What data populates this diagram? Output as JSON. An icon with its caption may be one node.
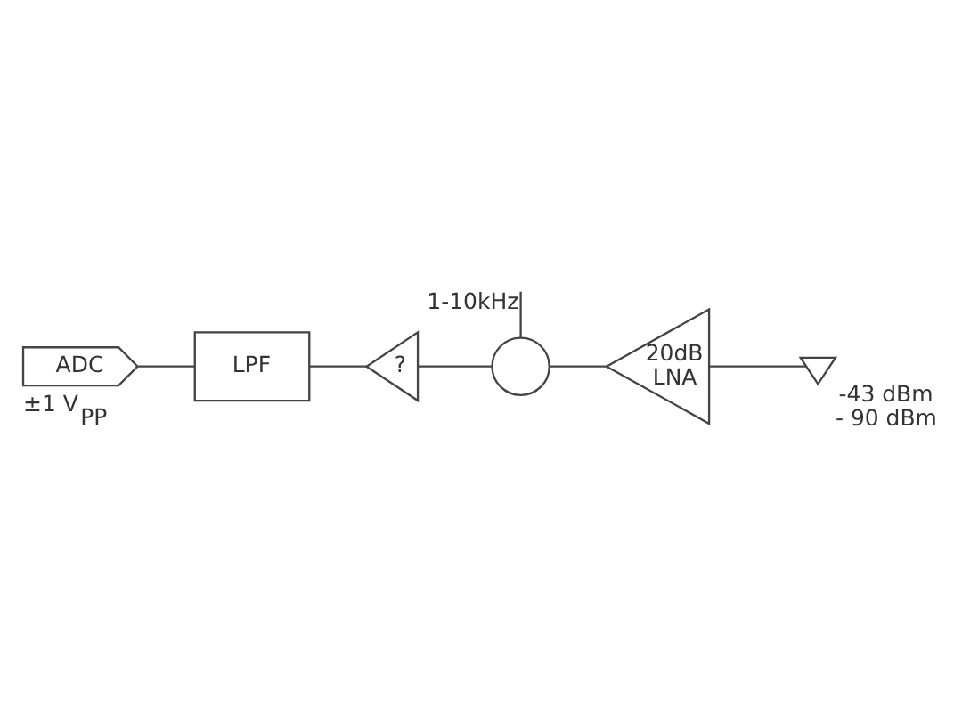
{
  "diagram": {
    "nodes": [
      {
        "text": [
          "ADC"
        ],
        "beside": [
          "±1 V$_{PP}$"
        ]
      },
      {
        "text": [
          "LPF"
        ]
      },
      {
        "text": [
          "?"
        ]
      },
      {
        "text": [],
        "shape": "circle"
      },
      {
        "text": [
          "20dB",
          "LNA"
        ]
      },
      {
        "text": [],
        "shape": "antenna",
        "beside": [
          "-43 dBm",
          "- 90 dBm"
        ]
      }
    ],
    "edges": [
      {
        "from": 5,
        "to": 4,
        "arrow": "none"
      },
      {
        "from": 4,
        "to": 3,
        "arrow": "none"
      },
      {
        "from": null,
        "to": 3,
        "arrow": "none",
        "label": "1-10kHz"
      },
      {
        "from": 3,
        "to": 2,
        "arrow": "none"
      },
      {
        "from": 2,
        "to": 1,
        "arrow": "none"
      },
      {
        "from": 1,
        "to": 0,
        "arrow": "none"
      }
    ]
  }
}
